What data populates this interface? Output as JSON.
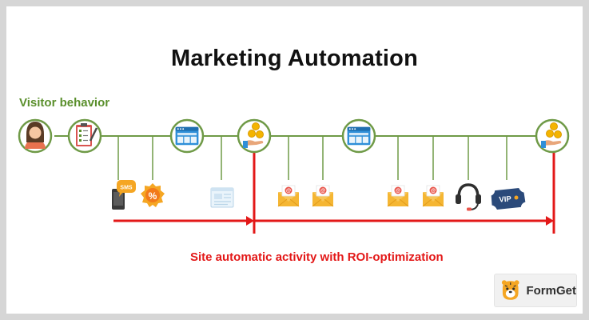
{
  "title": "Marketing Automation",
  "visitor_label": "Visitor behavior",
  "site_label": "Site automatic activity with ROI-optimization",
  "brand": {
    "name": "FormGet",
    "icon": "tiger-mascot-icon"
  },
  "icons": {
    "sms_text": "SMS",
    "discount_symbol": "%",
    "email_symbol": "@",
    "vip_text": "VIP"
  },
  "colors": {
    "timeline_green": "#6f9a47",
    "activity_red": "#e31818",
    "title": "#111111",
    "visitor_label": "#5a8f2c"
  }
}
